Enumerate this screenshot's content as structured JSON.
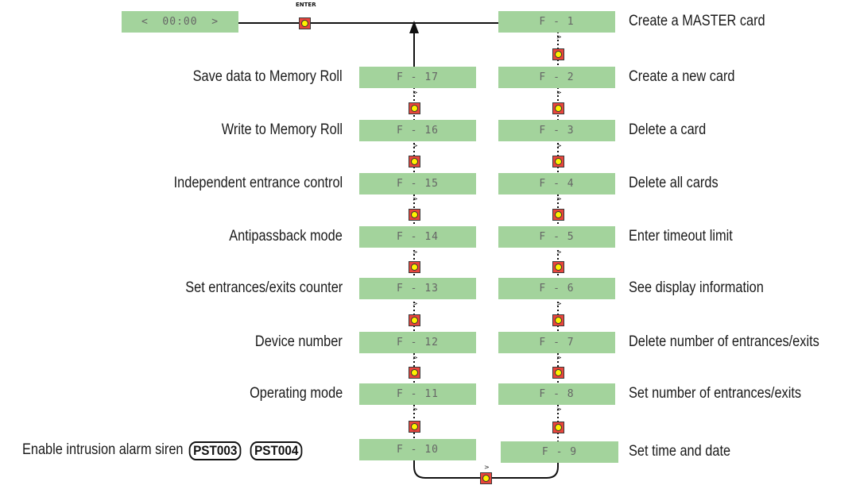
{
  "start_display": "<  00:00  >",
  "enter_label": "ENTER",
  "chevron": ">",
  "right_column": [
    {
      "code": "F - 1",
      "label": "Create a MASTER card"
    },
    {
      "code": "F - 2",
      "label": "Create a new card"
    },
    {
      "code": "F - 3",
      "label": "Delete a card"
    },
    {
      "code": "F - 4",
      "label": "Delete all cards"
    },
    {
      "code": "F - 5",
      "label": "Enter timeout limit"
    },
    {
      "code": "F - 6",
      "label": "See display information"
    },
    {
      "code": "F - 7",
      "label": "Delete number of entrances/exits"
    },
    {
      "code": "F - 8",
      "label": "Set number of entrances/exits"
    },
    {
      "code": "F - 9",
      "label": "Set time and date"
    }
  ],
  "left_column": [
    {
      "code": "F - 17",
      "label": "Save data to Memory Roll"
    },
    {
      "code": "F - 16",
      "label": "Write to Memory Roll"
    },
    {
      "code": "F - 15",
      "label": "Independent entrance control"
    },
    {
      "code": "F - 14",
      "label": "Antipassback mode"
    },
    {
      "code": "F - 13",
      "label": "Set entrances/exits counter"
    },
    {
      "code": "F - 12",
      "label": "Device number"
    },
    {
      "code": "F - 11",
      "label": "Operating mode"
    },
    {
      "code": "F - 10",
      "label": "Enable intrusion alarm siren"
    }
  ],
  "badges": [
    "PST003",
    "PST004"
  ],
  "colors": {
    "lcd": "#a3d39c",
    "button": "#e8453c",
    "button_center": "#fff200"
  }
}
